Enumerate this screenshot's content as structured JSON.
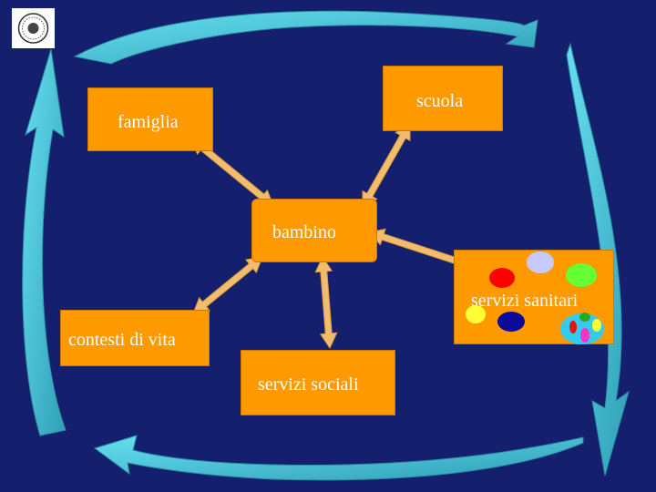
{
  "nodes": {
    "famiglia": "famiglia",
    "scuola": "scuola",
    "bambino": "bambino",
    "servizi_sanitari": "servizi sanitari",
    "contesti_di_vita": "contesti di vita",
    "servizi_sociali": "servizi sociali"
  },
  "icons": {
    "logo": "university-seal-icon",
    "cycle_arrows": "circular-arrows-icon",
    "connectors": "double-headed-arrow-icon"
  },
  "colors": {
    "background": "#141f6e",
    "box_fill": "#ff9900",
    "box_text": "#ffffff",
    "arrow_fill": "#f2bc6e",
    "cycle_arrow": "#4fc9dc"
  }
}
